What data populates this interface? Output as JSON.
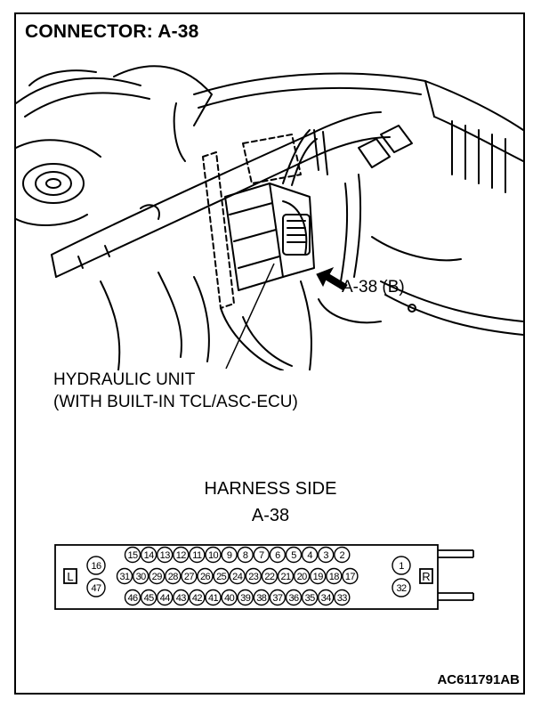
{
  "title": "CONNECTOR: A-38",
  "labels": {
    "connector_b": "A-38 (B)",
    "unit_line1": "HYDRAULIC UNIT",
    "unit_line2": "(WITH BUILT-IN TCL/ASC-ECU)",
    "harness_side": "HARNESS SIDE",
    "connector_name": "A-38"
  },
  "connector": {
    "left_marker": "L",
    "right_marker": "R",
    "left_pins": [
      "16",
      "47"
    ],
    "right_pins": [
      "1",
      "32"
    ],
    "row_top": [
      "15",
      "14",
      "13",
      "12",
      "11",
      "10",
      "9",
      "8",
      "7",
      "6",
      "5",
      "4",
      "3",
      "2"
    ],
    "row_middle": [
      "31",
      "30",
      "29",
      "28",
      "27",
      "26",
      "25",
      "24",
      "23",
      "22",
      "21",
      "20",
      "19",
      "18",
      "17"
    ],
    "row_bottom": [
      "46",
      "45",
      "44",
      "43",
      "42",
      "41",
      "40",
      "39",
      "38",
      "37",
      "36",
      "35",
      "34",
      "33"
    ]
  },
  "figure_code": "AC611791AB"
}
